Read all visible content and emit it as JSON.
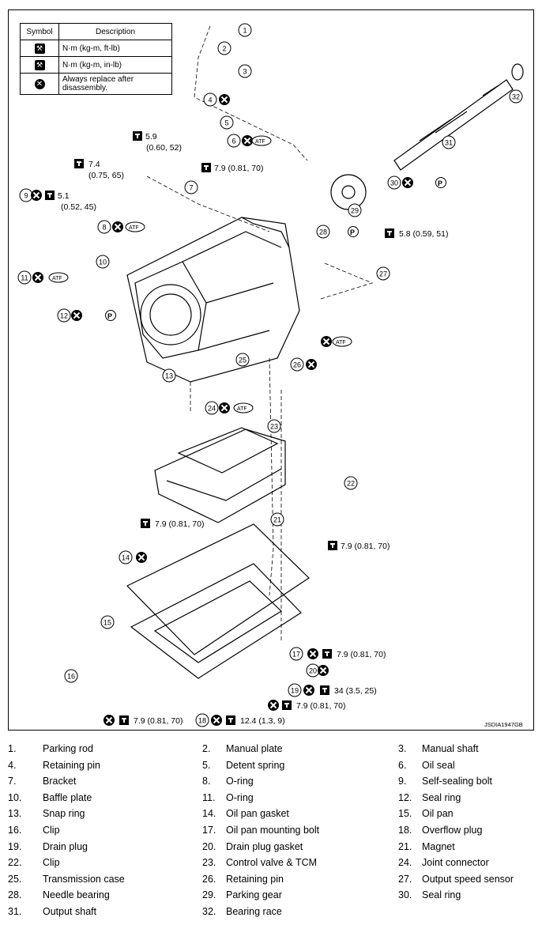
{
  "legend": {
    "header_symbol": "Symbol",
    "header_description": "Description",
    "rows": [
      {
        "icon": "torque-wrench-icon",
        "text": "N·m (kg-m, ft-lb)"
      },
      {
        "icon": "torque-wrench-inlb-icon",
        "text": "N·m (kg-m, in-lb)"
      },
      {
        "icon": "replace-x-icon",
        "text": "Always replace after disassembly."
      }
    ]
  },
  "torques": {
    "t1": "5.9",
    "t1b": "(0.60, 52)",
    "t2": "7.4",
    "t2b": "(0.75, 65)",
    "t3": "5.1",
    "t3b": "(0.52, 45)",
    "t4": "7.9 (0.81, 70)",
    "t5": "5.8 (0.59, 51)",
    "t6": "7.9 (0.81, 70)",
    "t7": "7.9 (0.81, 70)",
    "t8": "7.9 (0.81, 70)",
    "t9": "34 (3.5, 25)",
    "t10": "7.9 (0.81, 70)",
    "t11": "7.9 (0.81, 70)",
    "t12": "12.4 (1.3, 9)"
  },
  "atf": "ATF",
  "p_mark": "P",
  "diagram_code": "JSDIA1947GB",
  "callouts": [
    "1",
    "2",
    "3",
    "4",
    "5",
    "6",
    "7",
    "8",
    "9",
    "10",
    "11",
    "12",
    "13",
    "14",
    "15",
    "16",
    "17",
    "18",
    "19",
    "20",
    "21",
    "22",
    "23",
    "24",
    "25",
    "26",
    "27",
    "28",
    "29",
    "30",
    "31",
    "32"
  ],
  "parts": [
    {
      "num": "1.",
      "name": "Parking rod"
    },
    {
      "num": "2.",
      "name": "Manual plate"
    },
    {
      "num": "3.",
      "name": "Manual shaft"
    },
    {
      "num": "4.",
      "name": "Retaining pin"
    },
    {
      "num": "5.",
      "name": "Detent spring"
    },
    {
      "num": "6.",
      "name": "Oil seal"
    },
    {
      "num": "7.",
      "name": "Bracket"
    },
    {
      "num": "8.",
      "name": "O-ring"
    },
    {
      "num": "9.",
      "name": "Self-sealing bolt"
    },
    {
      "num": "10.",
      "name": "Baffle plate"
    },
    {
      "num": "11.",
      "name": "O-ring"
    },
    {
      "num": "12.",
      "name": "Seal ring"
    },
    {
      "num": "13.",
      "name": "Snap ring"
    },
    {
      "num": "14.",
      "name": "Oil pan gasket"
    },
    {
      "num": "15.",
      "name": "Oil pan"
    },
    {
      "num": "16.",
      "name": "Clip"
    },
    {
      "num": "17.",
      "name": "Oil pan mounting bolt"
    },
    {
      "num": "18.",
      "name": "Overflow plug"
    },
    {
      "num": "19.",
      "name": "Drain plug"
    },
    {
      "num": "20.",
      "name": "Drain plug gasket"
    },
    {
      "num": "21.",
      "name": "Magnet"
    },
    {
      "num": "22.",
      "name": "Clip"
    },
    {
      "num": "23.",
      "name": "Control valve & TCM"
    },
    {
      "num": "24.",
      "name": "Joint connector"
    },
    {
      "num": "25.",
      "name": "Transmission case"
    },
    {
      "num": "26.",
      "name": "Retaining pin"
    },
    {
      "num": "27.",
      "name": "Output speed sensor"
    },
    {
      "num": "28.",
      "name": "Needle bearing"
    },
    {
      "num": "29.",
      "name": "Parking gear"
    },
    {
      "num": "30.",
      "name": "Seal ring"
    },
    {
      "num": "31.",
      "name": "Output shaft"
    },
    {
      "num": "32.",
      "name": "Bearing race"
    }
  ]
}
